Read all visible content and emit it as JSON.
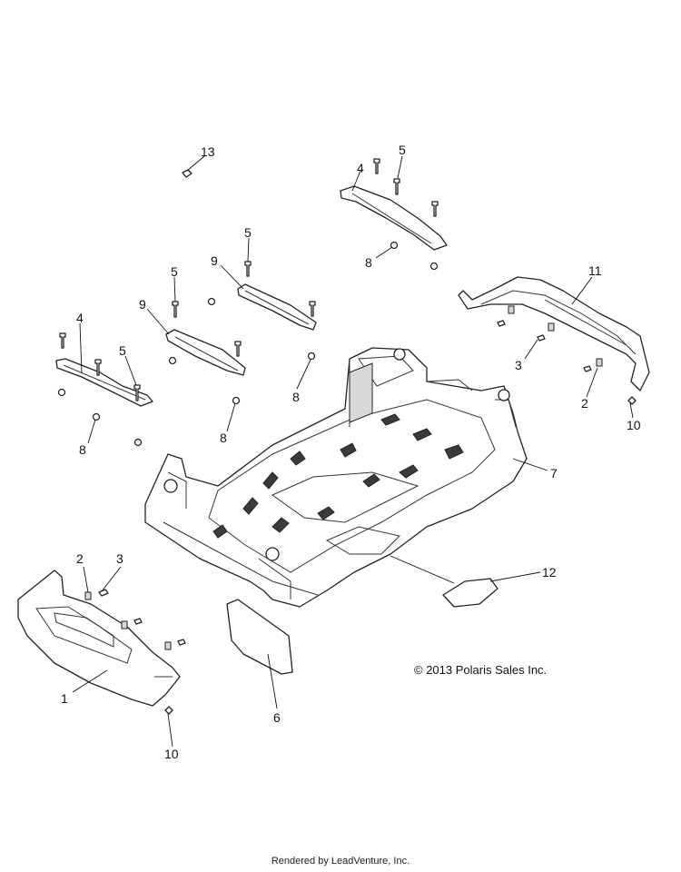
{
  "copyright": "© 2013 Polaris Sales Inc.",
  "footer": "Rendered by LeadVenture, Inc.",
  "callouts": [
    "1",
    "2",
    "2",
    "3",
    "3",
    "4",
    "4",
    "5",
    "5",
    "5",
    "5",
    "6",
    "7",
    "8",
    "8",
    "8",
    "9",
    "9",
    "10",
    "10",
    "11",
    "12",
    "13"
  ]
}
